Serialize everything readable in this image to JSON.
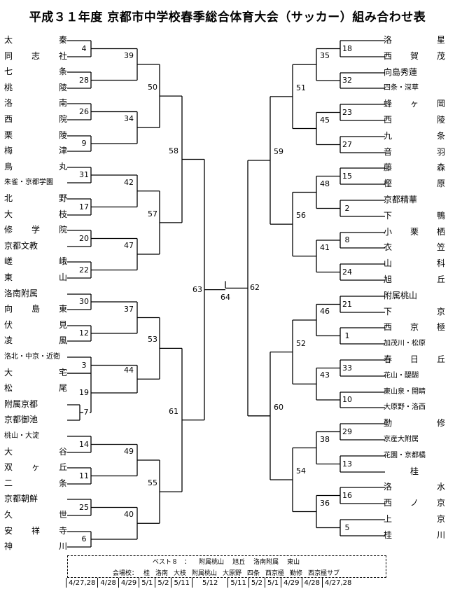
{
  "title": "平成３１年度 京都市中学校春季総合体育大会（サッカー）組み合わせ表",
  "left_teams": [
    "太　　秦",
    "同　志　社",
    "七　　条",
    "桃　　陵",
    "洛　　南",
    "西　　院",
    "栗　　陵",
    "梅　　津",
    "鳥　　丸",
    "朱雀・京都学園",
    "北　　野",
    "大　　枝",
    "修　学　院",
    "京都文教",
    "嵯　　峨",
    "東　　山",
    "洛南附属",
    "向　島　東",
    "伏　　見",
    "凌　　風",
    "洛北・中京・近衛",
    "大　　宅",
    "松　　尾",
    "附属京都",
    "京都御池",
    "桃山・大淀",
    "大　　谷",
    "双　ヶ　丘",
    "二　　条",
    "京都朝鮮",
    "久　　世",
    "安　祥　寺",
    "神　　川"
  ],
  "right_teams": [
    "洛　　星",
    "西　賀　茂",
    "向島秀蓮",
    "四条・深草",
    "蜂　ヶ　岡",
    "西　　陵",
    "九　　条",
    "音　　羽",
    "藤　　森",
    "樫　　原",
    "京都精華",
    "下　　鴨",
    "小　栗　栖",
    "衣　　笠",
    "山　　科",
    "旭　　丘",
    "附属桃山",
    "下　　京",
    "西　京　極",
    "加茂川・松原",
    "春　日　丘",
    "花山・醍醐",
    "東山泉・開睛",
    "大原野・洛西",
    "勤　　修",
    "京産大附属",
    "花園・京都橘",
    "桂",
    "洛　　水",
    "西　ノ　京",
    "上　　京",
    "桂　　川"
  ],
  "match_numbers": {
    "left": {
      "r1": [
        "4",
        "28",
        "26",
        "9",
        "31",
        "17",
        "20",
        "22",
        "30",
        "12",
        "3",
        "19",
        "14",
        "11",
        "25",
        "6"
      ],
      "prelim": "7",
      "r2": [
        "39",
        "34",
        "42",
        "47",
        "37",
        "44",
        "49",
        "40"
      ],
      "r3": [
        "50",
        "57",
        "53",
        "55"
      ],
      "r4": [
        "58",
        "61"
      ],
      "semi": "63"
    },
    "right": {
      "r1": [
        "18",
        "32",
        "23",
        "27",
        "15",
        "2",
        "8",
        "24",
        "21",
        "1",
        "33",
        "10",
        "29",
        "13",
        "16",
        "5"
      ],
      "r2": [
        "35",
        "45",
        "48",
        "41",
        "46",
        "43",
        "38",
        "36"
      ],
      "r3": [
        "51",
        "56",
        "52",
        "54"
      ],
      "r4": [
        "59",
        "60"
      ],
      "semi": "62"
    },
    "final": "64"
  },
  "legend": {
    "best8_label": "ベスト８　：",
    "best8": [
      "附属桃山",
      "旭丘",
      "洛南附属",
      "東山"
    ],
    "venue_label": "会場校：",
    "venues": [
      "桂",
      "洛南",
      "大枝",
      "附属桃山",
      "大原野",
      "四条",
      "西京極",
      "勤修",
      "西京極サブ"
    ],
    "dates": [
      "4/27,28",
      "4/28",
      "4/29",
      "5/1",
      "5/2",
      "5/11",
      "5/12",
      "5/11",
      "5/2",
      "5/1",
      "4/29",
      "4/28",
      "4/27,28"
    ]
  }
}
